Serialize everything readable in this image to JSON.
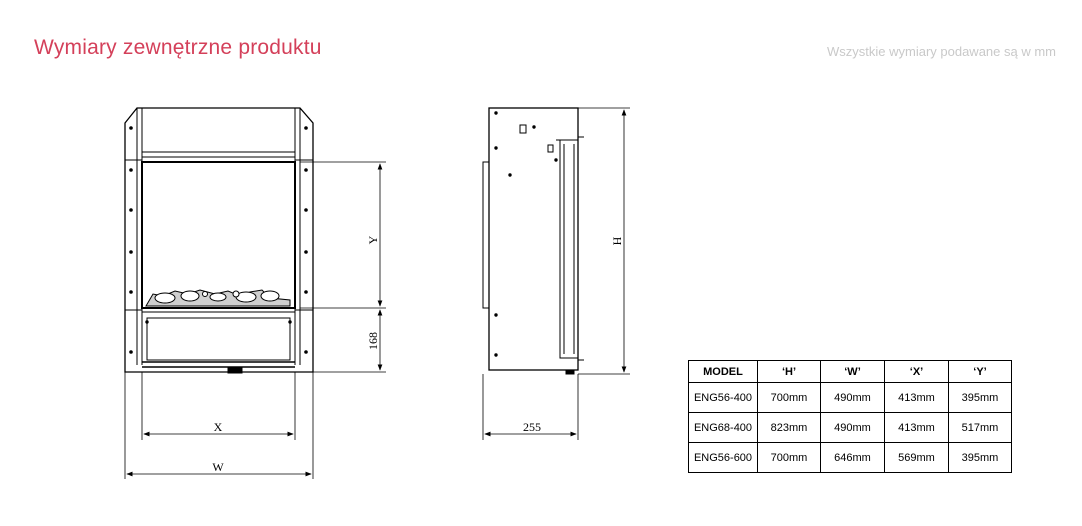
{
  "header": {
    "title": "Wymiary zewnętrzne produktu",
    "note": "Wszystkie wymiary podawane są w mm"
  },
  "drawing": {
    "labels": {
      "y": "Y",
      "h": "H",
      "x": "X",
      "w": "W",
      "d168": "168",
      "d255": "255"
    }
  },
  "table": {
    "columns": [
      "MODEL",
      "‘H’",
      "‘W’",
      "‘X’",
      "‘Y’"
    ],
    "rows": [
      [
        "ENG56-400",
        "700mm",
        "490mm",
        "413mm",
        "395mm"
      ],
      [
        "ENG68-400",
        "823mm",
        "490mm",
        "413mm",
        "517mm"
      ],
      [
        "ENG56-600",
        "700mm",
        "646mm",
        "569mm",
        "395mm"
      ]
    ]
  },
  "colors": {
    "accent": "#d4405a",
    "note": "#c9c9c9"
  }
}
